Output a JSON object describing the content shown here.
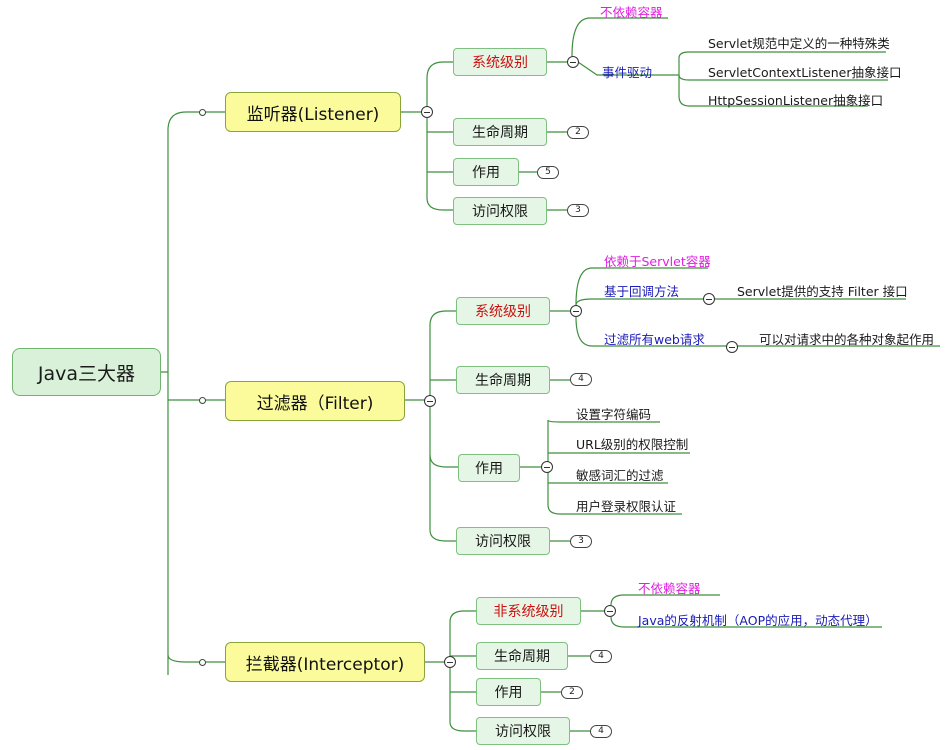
{
  "root": "Java三大器",
  "listener": {
    "title": "监听器(Listener)",
    "level": "系统级别",
    "not_depend": "不依赖容器",
    "event": "事件驱动",
    "event_items": [
      "Servlet规范中定义的一种特殊类",
      "ServletContextListener抽象接口",
      "HttpSessionListener抽象接口"
    ],
    "lifecycle": "生命周期",
    "lifecycle_count": "2",
    "purpose": "作用",
    "purpose_count": "5",
    "access": "访问权限",
    "access_count": "3"
  },
  "filter": {
    "title": "过滤器（Filter)",
    "level": "系统级别",
    "depend": "依赖于Servlet容器",
    "callback": "基于回调方法",
    "callback_detail": "Servlet提供的支持 Filter 接口",
    "filter_all": "过滤所有web请求",
    "filter_all_detail": "可以对请求中的各种对象起作用",
    "lifecycle": "生命周期",
    "lifecycle_count": "4",
    "purpose": "作用",
    "purpose_items": [
      "设置字符编码",
      "URL级别的权限控制",
      "敏感词汇的过滤",
      "用户登录权限认证"
    ],
    "access": "访问权限",
    "access_count": "3"
  },
  "interceptor": {
    "title": "拦截器(Interceptor)",
    "level": "非系统级别",
    "not_depend": "不依赖容器",
    "reflection": "Java的反射机制（AOP的应用，动态代理）",
    "lifecycle": "生命周期",
    "lifecycle_count": "4",
    "purpose": "作用",
    "purpose_count": "2",
    "access": "访问权限",
    "access_count": "4"
  }
}
